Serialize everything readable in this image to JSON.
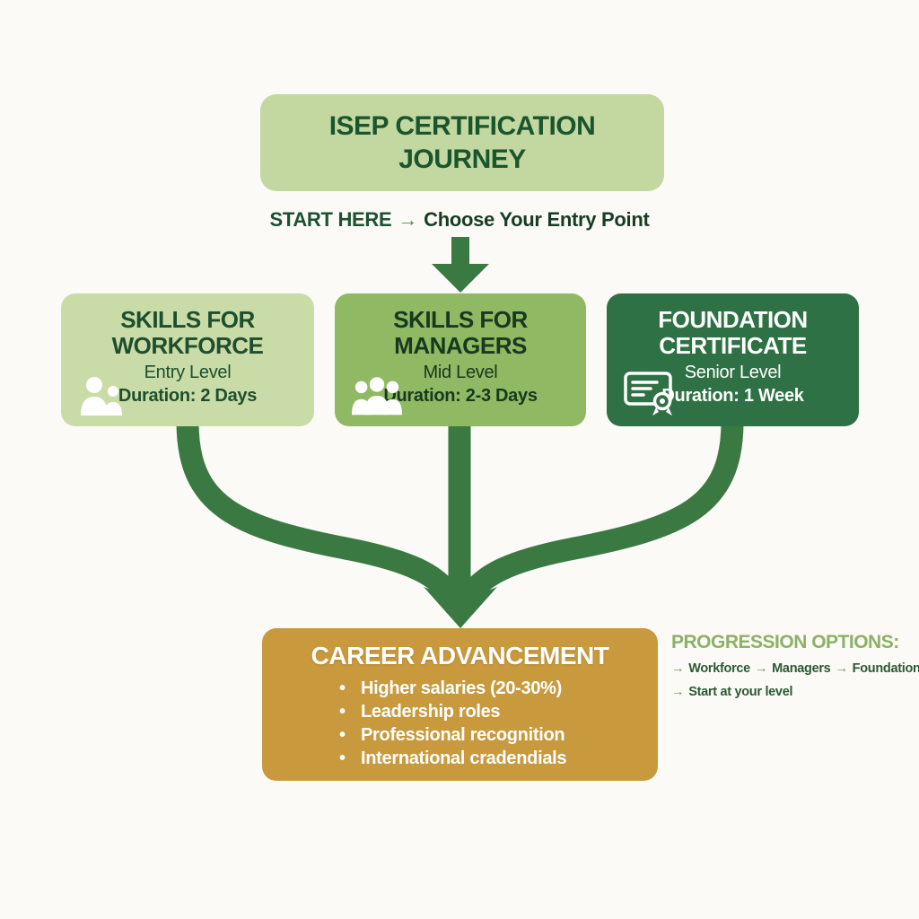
{
  "header": {
    "title": "ISEP CERTIFICATION JOURNEY"
  },
  "start": {
    "label": "START HERE",
    "arrow": "→",
    "prompt": "Choose Your Entry Point"
  },
  "tracks": [
    {
      "name": "SKILLS FOR WORKFORCE",
      "level": "Entry Level",
      "duration": "Duration: 2 Days",
      "icon": "two-people-icon",
      "bg": "#c9dca7",
      "text_color": "#1d4e2d"
    },
    {
      "name": "SKILLS FOR MANAGERS",
      "level": "Mid Level",
      "duration": "Duration: 2-3 Days",
      "icon": "three-people-icon",
      "bg": "#8fb963",
      "text_color": "#16391f"
    },
    {
      "name": "FOUNDATION CERTIFICATE",
      "level": "Senior Level",
      "duration": "Duration: 1 Week",
      "icon": "certificate-icon",
      "bg": "#2d7144",
      "text_color": "#ffffff"
    }
  ],
  "career": {
    "title": "CAREER ADVANCEMENT",
    "bullets": [
      "Higher salaries (20-30%)",
      "Leadership roles",
      "Professional recognition",
      "International cradendials"
    ]
  },
  "progression": {
    "title": "PROGRESSION OPTIONS:",
    "arrow": "→",
    "options": [
      {
        "items": [
          "Workforce",
          "Managers",
          "Foundation"
        ]
      },
      {
        "items": [
          "Start at your level"
        ]
      }
    ]
  },
  "colors": {
    "background": "#fbfaf7",
    "title_box": "#c3d8a0",
    "title_text": "#1a552e",
    "start_label": "#1e5130",
    "start_arrow": "#4f8f43",
    "start_prompt": "#183c22",
    "connector": "#3a7a42",
    "career_box": "#c8993d",
    "progression_title": "#8cb167",
    "progression_arrow": "#5d9b4a",
    "progression_text": "#2b5a33"
  }
}
